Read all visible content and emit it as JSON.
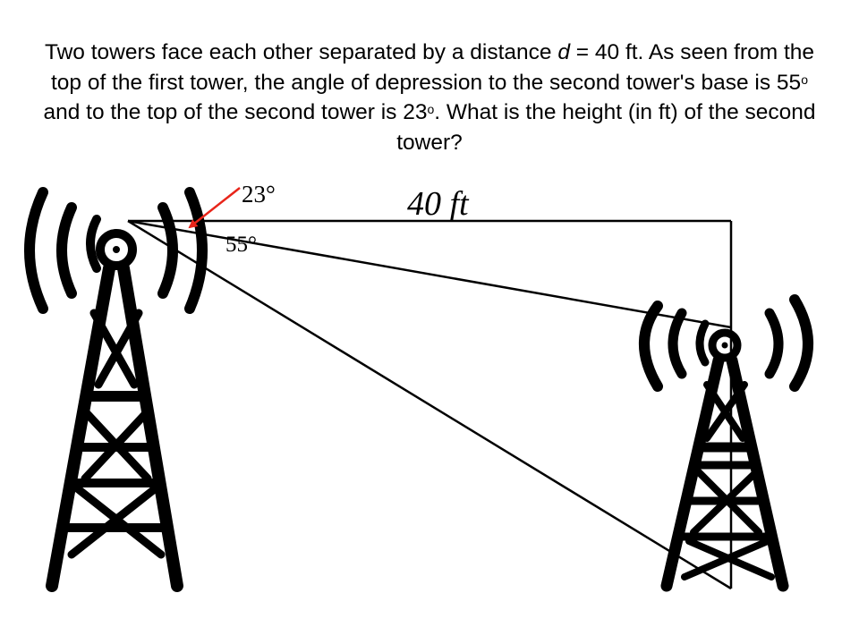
{
  "problem": {
    "part1": "Two towers face each other separated by a distance ",
    "d_symbol": "d",
    "part2": " = 40 ft. As seen from the top of the first tower, the angle of depression to the second tower's base is 55",
    "deg1": "o",
    "part3": " and to the top of the second tower is 23",
    "deg2": "o",
    "part4": ". What is the height (in ft) of the second tower?"
  },
  "diagram": {
    "distance_label": "40 ft",
    "angle_top": "23°",
    "angle_bottom": "55°",
    "arrow_color": "#e8251a",
    "line_color": "#000000"
  }
}
